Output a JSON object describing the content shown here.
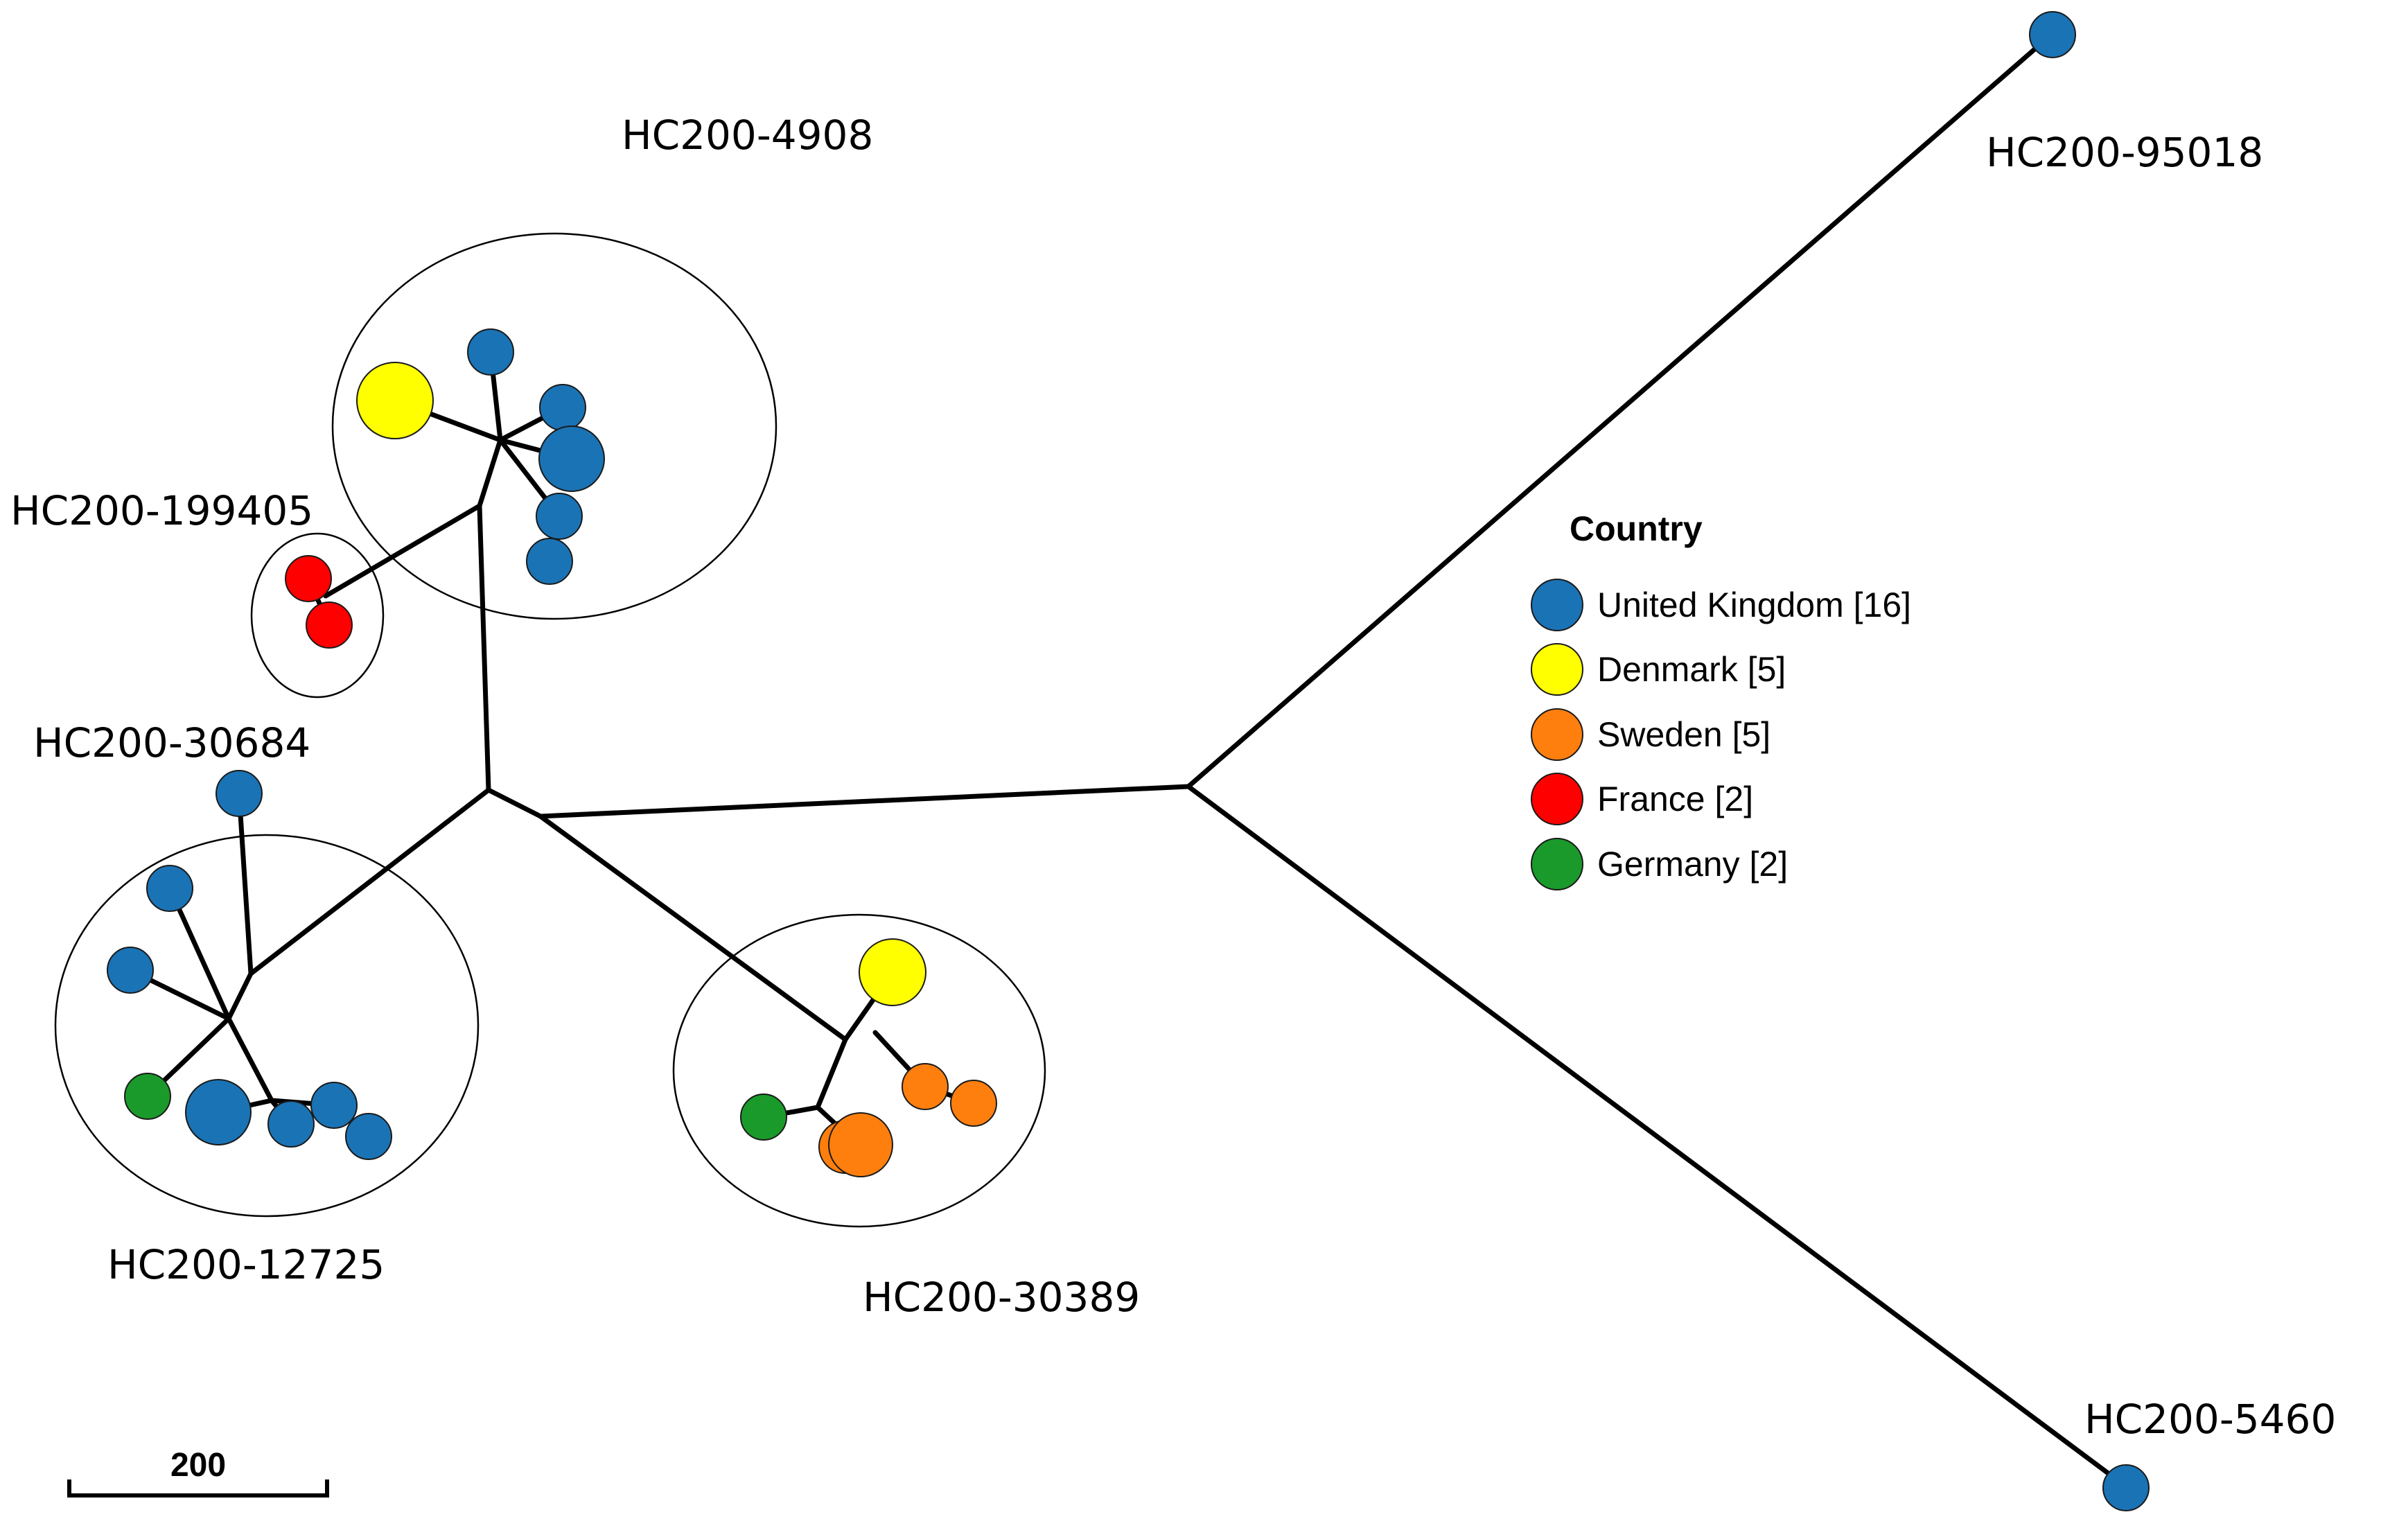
{
  "colors": {
    "uk": "#1a73b5",
    "denmark": "#ffff00",
    "sweden": "#ff7f0e",
    "france": "#ff0000",
    "germany": "#1a9a2a"
  },
  "clusters": {
    "hc_4908": "HC200-4908",
    "hc_199405": "HC200-199405",
    "hc_30684": "HC200-30684",
    "hc_12725": "HC200-12725",
    "hc_30389": "HC200-30389",
    "hc_95018": "HC200-95018",
    "hc_5460": "HC200-5460"
  },
  "legend": {
    "title": "Country",
    "items": [
      {
        "label": "United Kingdom [16]",
        "color_key": "uk"
      },
      {
        "label": "Denmark [5]",
        "color_key": "denmark"
      },
      {
        "label": "Sweden [5]",
        "color_key": "sweden"
      },
      {
        "label": "France [2]",
        "color_key": "france"
      },
      {
        "label": "Germany [2]",
        "color_key": "germany"
      }
    ]
  },
  "scale_bar": {
    "label": "200"
  }
}
